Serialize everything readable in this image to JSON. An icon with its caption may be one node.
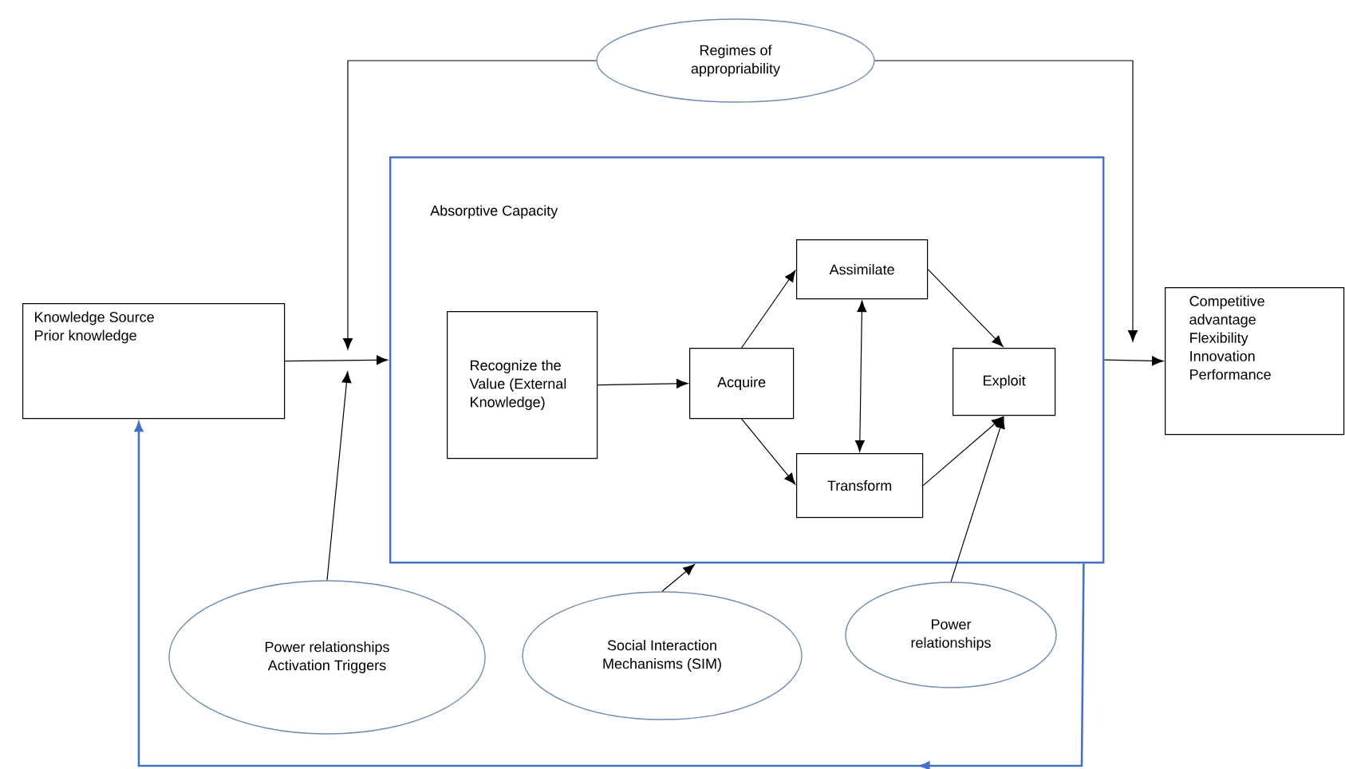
{
  "diagram": {
    "nodes": [
      {
        "text": [
          "Regimes of appropriability"
        ]
      },
      {
        "text": [
          "Knowledge Source",
          "Prior knowledge"
        ]
      },
      {
        "text": [
          "Absorptive Capacity"
        ]
      },
      {
        "text": [
          "Recognize the Value (External Knowledge)"
        ],
        "in": 2
      },
      {
        "text": [
          "Acquire"
        ],
        "in": 2
      },
      {
        "text": [
          "Assimilate"
        ],
        "in": 2
      },
      {
        "text": [
          "Transform"
        ],
        "in": 2
      },
      {
        "text": [
          "Exploit"
        ],
        "in": 2
      },
      {
        "text": [
          "Competitive advantage",
          "Flexibility",
          "Innovation",
          "Performance"
        ]
      },
      {
        "text": [
          "Power relationships",
          "Activation Triggers"
        ]
      },
      {
        "text": [
          "Social Interaction Mechanisms (SIM)"
        ]
      },
      {
        "text": [
          "Power relationships"
        ]
      }
    ],
    "edges": [
      {
        "from": 1,
        "to": 2,
        "arrow": "to"
      },
      {
        "from": 0,
        "to": null,
        "arrow": "to"
      },
      {
        "from": 0,
        "to": null,
        "arrow": "to"
      },
      {
        "from": 9,
        "to": null,
        "arrow": "to"
      },
      {
        "from": 10,
        "to": 2,
        "arrow": "to"
      },
      {
        "from": 11,
        "to": 7,
        "arrow": "to"
      },
      {
        "from": 3,
        "to": 4,
        "arrow": "to"
      },
      {
        "from": 4,
        "to": 5,
        "arrow": "to"
      },
      {
        "from": 4,
        "to": 6,
        "arrow": "to"
      },
      {
        "from": 5,
        "to": 7,
        "arrow": "to"
      },
      {
        "from": 6,
        "to": 7,
        "arrow": "to"
      },
      {
        "from": 5,
        "to": 6,
        "arrow": "both"
      },
      {
        "from": 2,
        "to": 8,
        "arrow": "to"
      },
      {
        "from": 2,
        "to": 1,
        "arrow": "to",
        "color": "#4472c4"
      }
    ]
  }
}
